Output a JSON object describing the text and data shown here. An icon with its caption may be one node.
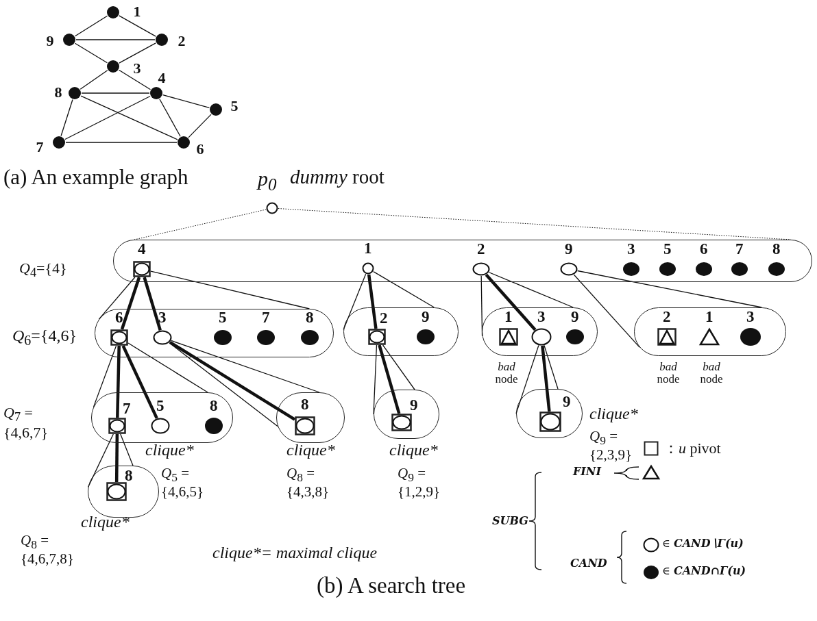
{
  "diagram": {
    "nodes": [
      {
        "text": [],
        "shape": "dot",
        "beside": [
          "1"
        ]
      },
      {
        "text": [],
        "shape": "dot",
        "beside": [
          "9"
        ]
      },
      {
        "text": [],
        "shape": "dot",
        "beside": [
          "2"
        ]
      },
      {
        "text": [],
        "shape": "dot",
        "beside": [
          "3"
        ]
      },
      {
        "text": [],
        "shape": "dot",
        "beside": [
          "8"
        ]
      },
      {
        "text": [],
        "shape": "dot",
        "beside": [
          "4"
        ]
      },
      {
        "text": [],
        "shape": "dot",
        "beside": [
          "5"
        ]
      },
      {
        "text": [],
        "shape": "dot",
        "beside": [
          "7"
        ]
      },
      {
        "text": [],
        "shape": "dot",
        "beside": [
          "6"
        ]
      },
      {
        "text": [],
        "shape": "circle",
        "beside": [
          "p$_{0}$",
          "*dummy* root"
        ]
      },
      {
        "text": [],
        "shape": "band"
      },
      {
        "text": [],
        "shape": "framed-circle",
        "in": 10,
        "beside": [
          "4"
        ]
      },
      {
        "text": [],
        "shape": "circle",
        "in": 10,
        "beside": [
          "1"
        ]
      },
      {
        "text": [],
        "shape": "circle",
        "in": 10,
        "beside": [
          "2"
        ]
      },
      {
        "text": [],
        "shape": "circle",
        "in": 10,
        "beside": [
          "9"
        ]
      },
      {
        "text": [],
        "shape": "dot",
        "in": 10,
        "beside": [
          "3"
        ]
      },
      {
        "text": [],
        "shape": "dot",
        "in": 10,
        "beside": [
          "5"
        ]
      },
      {
        "text": [],
        "shape": "dot",
        "in": 10,
        "beside": [
          "6"
        ]
      },
      {
        "text": [],
        "shape": "dot",
        "in": 10,
        "beside": [
          "7"
        ]
      },
      {
        "text": [],
        "shape": "dot",
        "in": 10,
        "beside": [
          "8"
        ]
      },
      {
        "text": [],
        "shape": "band"
      },
      {
        "text": [],
        "shape": "framed-circle",
        "in": 20,
        "beside": [
          "6"
        ]
      },
      {
        "text": [],
        "shape": "circle",
        "in": 20,
        "beside": [
          "3"
        ]
      },
      {
        "text": [],
        "shape": "dot",
        "in": 20,
        "beside": [
          "5"
        ]
      },
      {
        "text": [],
        "shape": "dot",
        "in": 20,
        "beside": [
          "7"
        ]
      },
      {
        "text": [],
        "shape": "dot",
        "in": 20,
        "beside": [
          "8"
        ]
      },
      {
        "text": [],
        "shape": "band"
      },
      {
        "text": [],
        "shape": "framed-circle",
        "in": 26,
        "beside": [
          "2"
        ]
      },
      {
        "text": [],
        "shape": "dot",
        "in": 26,
        "beside": [
          "9"
        ]
      },
      {
        "text": [],
        "shape": "band"
      },
      {
        "text": [],
        "shape": "framed-triangle",
        "in": 29,
        "beside": [
          "1"
        ]
      },
      {
        "text": [],
        "shape": "circle",
        "in": 29,
        "beside": [
          "3"
        ]
      },
      {
        "text": [],
        "shape": "dot",
        "in": 29,
        "beside": [
          "9"
        ]
      },
      {
        "text": [],
        "shape": "band"
      },
      {
        "text": [],
        "shape": "framed-triangle",
        "in": 33,
        "beside": [
          "2"
        ]
      },
      {
        "text": [],
        "shape": "triangle",
        "in": 33,
        "beside": [
          "1"
        ]
      },
      {
        "text": [],
        "shape": "dot",
        "in": 33,
        "beside": [
          "3"
        ]
      },
      {
        "text": [],
        "shape": "band"
      },
      {
        "text": [],
        "shape": "framed-circle",
        "in": 37,
        "beside": [
          "7"
        ]
      },
      {
        "text": [],
        "shape": "circle",
        "in": 37,
        "beside": [
          "5"
        ]
      },
      {
        "text": [],
        "shape": "dot",
        "in": 37,
        "beside": [
          "8"
        ]
      },
      {
        "text": [],
        "shape": "band"
      },
      {
        "text": [],
        "shape": "framed-circle",
        "in": 41,
        "beside": [
          "8"
        ]
      },
      {
        "text": [],
        "shape": "band"
      },
      {
        "text": [],
        "shape": "framed-circle",
        "in": 43,
        "beside": [
          "9"
        ]
      },
      {
        "text": [],
        "shape": "band"
      },
      {
        "text": [],
        "shape": "framed-circle",
        "in": 45,
        "beside": [
          "9"
        ]
      },
      {
        "text": [],
        "shape": "band"
      },
      {
        "text": [],
        "shape": "framed-circle",
        "in": 47,
        "beside": [
          "8"
        ]
      }
    ],
    "edges": [
      {
        "from": 0,
        "to": 1,
        "arrow": "none"
      },
      {
        "from": 0,
        "to": 2,
        "arrow": "none"
      },
      {
        "from": 1,
        "to": 2,
        "arrow": "none"
      },
      {
        "from": 1,
        "to": 3,
        "arrow": "none"
      },
      {
        "from": 2,
        "to": 3,
        "arrow": "none"
      },
      {
        "from": 3,
        "to": 4,
        "arrow": "none"
      },
      {
        "from": 3,
        "to": 5,
        "arrow": "none"
      },
      {
        "from": 4,
        "to": 5,
        "arrow": "none"
      },
      {
        "from": 4,
        "to": 7,
        "arrow": "none"
      },
      {
        "from": 4,
        "to": 8,
        "arrow": "none"
      },
      {
        "from": 5,
        "to": 7,
        "arrow": "none"
      },
      {
        "from": 5,
        "to": 8,
        "arrow": "none"
      },
      {
        "from": 5,
        "to": 6,
        "arrow": "none"
      },
      {
        "from": 6,
        "to": 8,
        "arrow": "none"
      },
      {
        "from": 7,
        "to": 8,
        "arrow": "none"
      },
      {
        "from": 9,
        "to": 10,
        "arrow": "none",
        "style": "dashed"
      },
      {
        "from": 9,
        "to": 10,
        "arrow": "none",
        "style": "dashed"
      },
      {
        "from": 11,
        "to": 20,
        "arrow": "none"
      },
      {
        "from": 11,
        "to": 20,
        "arrow": "none"
      },
      {
        "from": 11,
        "to": 21,
        "arrow": "none",
        "style": "thick"
      },
      {
        "from": 11,
        "to": 22,
        "arrow": "none",
        "style": "thick"
      },
      {
        "from": 12,
        "to": 26,
        "arrow": "none"
      },
      {
        "from": 12,
        "to": 26,
        "arrow": "none"
      },
      {
        "from": 12,
        "to": 27,
        "arrow": "none",
        "style": "thick"
      },
      {
        "from": 13,
        "to": 29,
        "arrow": "none"
      },
      {
        "from": 13,
        "to": 29,
        "arrow": "none"
      },
      {
        "from": 13,
        "to": 31,
        "arrow": "none",
        "style": "thick"
      },
      {
        "from": 14,
        "to": 33,
        "arrow": "none"
      },
      {
        "from": 14,
        "to": 33,
        "arrow": "none"
      },
      {
        "from": 21,
        "to": 37,
        "arrow": "none"
      },
      {
        "from": 21,
        "to": 37,
        "arrow": "none"
      },
      {
        "from": 21,
        "to": 38,
        "arrow": "none",
        "style": "thick"
      },
      {
        "from": 21,
        "to": 39,
        "arrow": "none",
        "style": "thick"
      },
      {
        "from": 22,
        "to": 41,
        "arrow": "none"
      },
      {
        "from": 22,
        "to": 41,
        "arrow": "none"
      },
      {
        "from": 22,
        "to": 42,
        "arrow": "none",
        "style": "thick"
      },
      {
        "from": 27,
        "to": 43,
        "arrow": "none"
      },
      {
        "from": 27,
        "to": 43,
        "arrow": "none"
      },
      {
        "from": 27,
        "to": 44,
        "arrow": "none",
        "style": "thick"
      },
      {
        "from": 31,
        "to": 45,
        "arrow": "none"
      },
      {
        "from": 31,
        "to": 45,
        "arrow": "none"
      },
      {
        "from": 31,
        "to": 46,
        "arrow": "none",
        "style": "thick"
      },
      {
        "from": 38,
        "to": 47,
        "arrow": "none"
      },
      {
        "from": 38,
        "to": 47,
        "arrow": "none"
      },
      {
        "from": 38,
        "to": 48,
        "arrow": "none",
        "style": "thick"
      }
    ],
    "labels": [
      "(a) An example graph",
      "*Q*$_{4}$={4}",
      "*Q*$_{6}$={4,6}",
      "*Q*$_{7}$ ={4,6,7}",
      "clique*",
      "*Q*$_{5}$ ={4,6,5}",
      "clique*",
      "*Q*$_{8}$ ={4,6,7,8}",
      "clique*",
      "*Q*$_{8}$ ={4,3,8}",
      "clique*",
      "*Q*$_{9}$ ={1,2,9}",
      "*bad* node",
      "*bad* node",
      "*bad* node",
      "clique*",
      "*Q*$_{9}$ ={2,3,9}",
      "clique*= maximal clique",
      "SUBG",
      "CAND",
      "(b) A search tree"
    ],
    "legend": [
      {
        "text": "：*u*  pivot"
      },
      {
        "text": "FINI"
      },
      {
        "text": "∈ **CAND∖Γ(u)**"
      },
      {
        "text": "∈ **CAND∩Γ(u)**"
      }
    ]
  }
}
